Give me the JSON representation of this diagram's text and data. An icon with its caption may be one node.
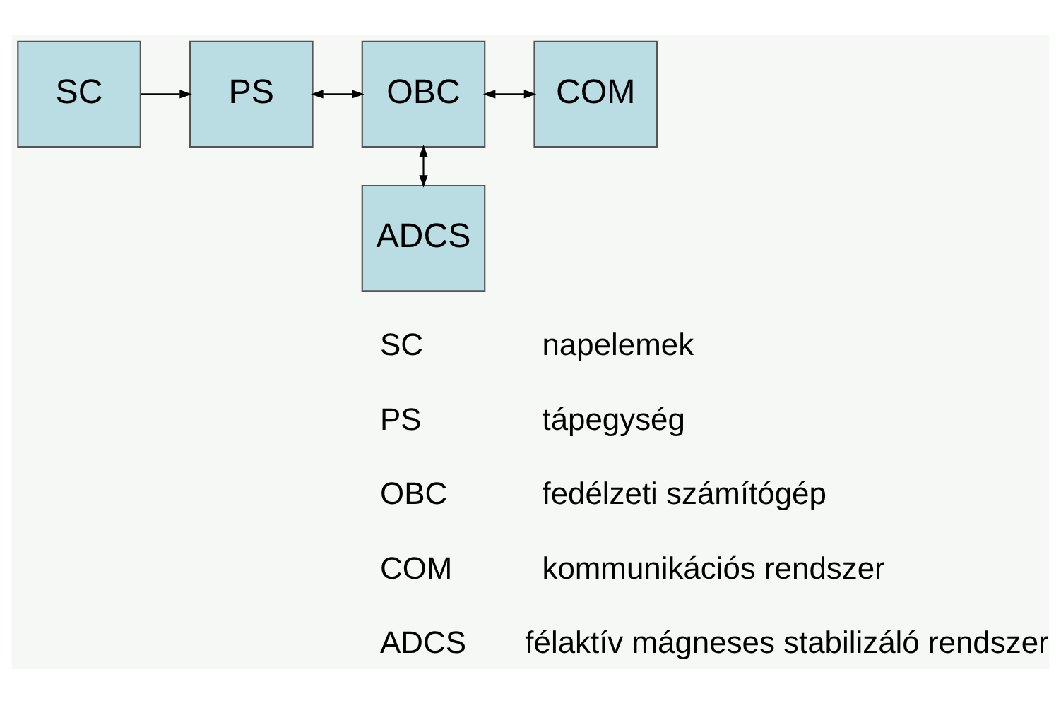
{
  "diagram": {
    "nodes": [
      {
        "text": [
          "SC"
        ]
      },
      {
        "text": [
          "PS"
        ]
      },
      {
        "text": [
          "OBC"
        ]
      },
      {
        "text": [
          "COM"
        ]
      },
      {
        "text": [
          "ADCS"
        ]
      }
    ],
    "edges": [
      {
        "from": 0,
        "to": 1,
        "arrow": "to"
      },
      {
        "from": 1,
        "to": 2,
        "arrow": "both"
      },
      {
        "from": 2,
        "to": 3,
        "arrow": "both"
      },
      {
        "from": 2,
        "to": 4,
        "arrow": "both"
      }
    ],
    "labels": [
      "SC",
      "napelemek",
      "PS",
      "tápegység",
      "OBC",
      "fedélzeti számítógép",
      "COM",
      "kommunikációs rendszer",
      "ADCS",
      "félaktív mágneses stabilizáló rendszer"
    ]
  }
}
